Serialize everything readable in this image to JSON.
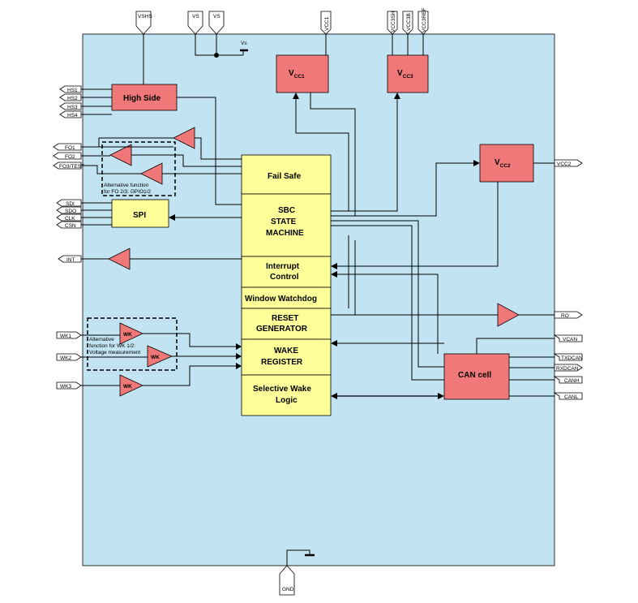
{
  "colors": {
    "chip_bg": "#c2e3f2",
    "red_block": "#f07878",
    "yellow_block": "#ffff99",
    "line": "#000000"
  },
  "top_pins": {
    "vshs": "VSHS",
    "vs1": "VS",
    "vs2": "VS",
    "vcc1": "VCC1",
    "vcc3sh": "VCC3SH",
    "vcc3b": "VCC3B",
    "vcc3ref": "VCC3REF",
    "vs_cap": "Vs"
  },
  "left_pins": {
    "hs1": "HS1",
    "hs2": "HS2",
    "hs3": "HS3",
    "hs4": "HS4",
    "fo1": "FO1",
    "fo2": "FO2",
    "fo3test": "FO3/TEST",
    "sdi": "SDI",
    "sdo": "SDO",
    "clk": "CLK",
    "csn": "CSN",
    "int": "INT",
    "wk1": "WK1",
    "wk2": "WK2",
    "wk3": "WK3"
  },
  "right_pins": {
    "vcc2": "VCC2",
    "ro": "RO",
    "vcan": "VCAN",
    "txdcan": "TXDCAN",
    "rxdcan": "RXDCAN",
    "canh": "CANH",
    "canl": "CANL"
  },
  "bottom_pins": {
    "gnd": "GND"
  },
  "blocks": {
    "high_side": "High Side",
    "vcc1_main": "V",
    "vcc1_sub": "CC1",
    "vcc3_main": "V",
    "vcc3_sub": "CC3",
    "vcc2_main": "V",
    "vcc2_sub": "CC2",
    "spi": "SPI",
    "fail_safe": "Fail Safe",
    "sbc_l1": "SBC",
    "sbc_l2": "STATE",
    "sbc_l3": "MACHINE",
    "irq_l1": "Interrupt",
    "irq_l2": "Control",
    "watchdog": "Window Watchdog",
    "reset_l1": "RESET",
    "reset_l2": "GENERATOR",
    "wake_l1": "WAKE",
    "wake_l2": "REGISTER",
    "sw_l1": "Selective Wake",
    "sw_l2": "Logic",
    "can_cell": "CAN cell",
    "wk": "WK"
  },
  "notes": {
    "fo_alt_l1": "Alternative function",
    "fo_alt_l2": "for FO 2/3: GPIO1/2",
    "wk_alt_l1": "Alternative",
    "wk_alt_l2": "function for WK 1/2:",
    "wk_alt_l3": "Voltage measurement"
  }
}
